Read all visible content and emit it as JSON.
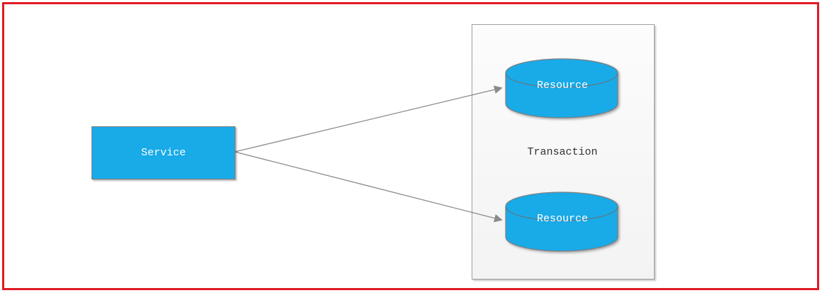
{
  "diagram": {
    "type": "architecture-diagram",
    "frame_color": "#e01b24",
    "background": "#ffffff",
    "palette": {
      "node_fill": "#19aae8",
      "node_border": "#7f7f7f",
      "node_text": "#ffffff",
      "container_fill": "#f7f7f7",
      "container_border": "#9e9e9e",
      "container_text": "#333333",
      "edge_color": "#8a8a8a"
    },
    "nodes": {
      "service": {
        "type": "rectangle",
        "label": "Service"
      },
      "transaction": {
        "type": "container",
        "label": "Transaction"
      },
      "resource_top": {
        "type": "cylinder",
        "label": "Resource"
      },
      "resource_bottom": {
        "type": "cylinder",
        "label": "Resource"
      }
    },
    "edges": [
      {
        "from": "Service",
        "to": "Resource (top)",
        "style": "solid-arrow"
      },
      {
        "from": "Service",
        "to": "Resource (bottom)",
        "style": "solid-arrow"
      }
    ]
  }
}
